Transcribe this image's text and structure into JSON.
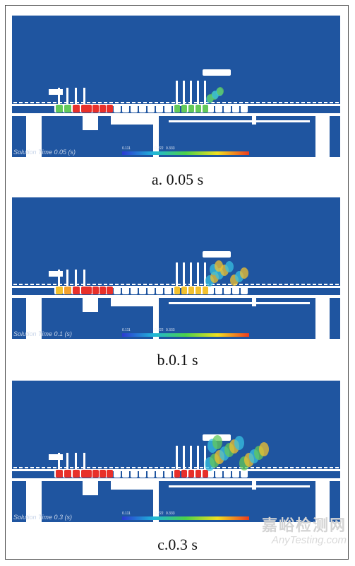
{
  "panels": [
    {
      "caption": "a. 0.05 s",
      "solution_time": "Solution Time 0.05 (s)",
      "colorbar_ticks": [
        "0.111",
        "0.222",
        "0.333"
      ],
      "colorbar_colors": [
        "#2b3bd1",
        "#1fb6d9",
        "#4ad14a",
        "#f0e020",
        "#ee3b1f"
      ]
    },
    {
      "caption": "b.0.1 s",
      "solution_time": "Solution Time 0.1 (s)",
      "colorbar_ticks": [
        "0.111",
        "0.222",
        "0.333"
      ],
      "colorbar_colors": [
        "#2b3bd1",
        "#1fb6d9",
        "#4ad14a",
        "#f0e020",
        "#ee3b1f"
      ]
    },
    {
      "caption": "c.0.3 s",
      "solution_time": "Solution Time 0.3 (s)",
      "colorbar_ticks": [
        "0.111",
        "0.222",
        "0.333"
      ],
      "colorbar_colors": [
        "#2b3bd1",
        "#1fb6d9",
        "#4ad14a",
        "#f0e020",
        "#ee3b1f"
      ]
    }
  ],
  "watermark": {
    "cn": "嘉峪检测网",
    "en": "AnyTesting.com"
  },
  "colors": {
    "background_blue": "#1f55a0",
    "structure": "#ffffff",
    "hot": "#e8302a",
    "warm": "#f2c12e",
    "mid": "#63c95a",
    "cool": "#38c0e0"
  }
}
